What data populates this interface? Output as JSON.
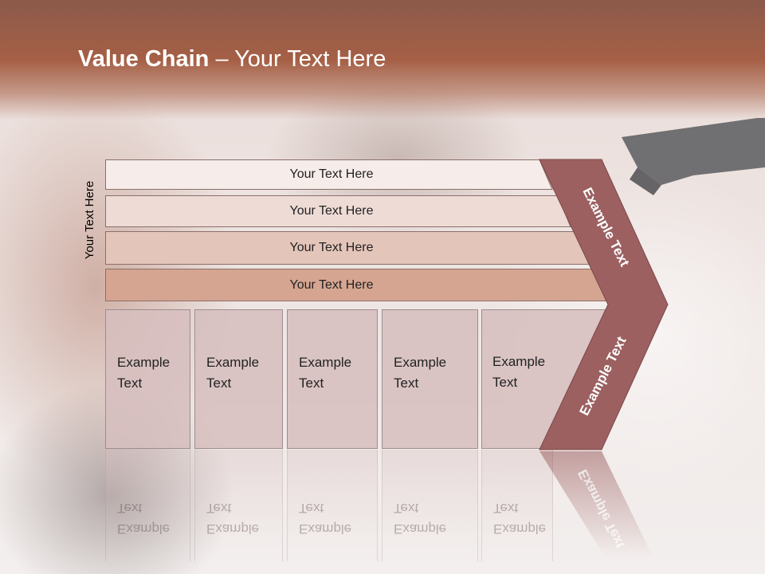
{
  "slide": {
    "title_bold": "Value Chain",
    "title_rest": " – Your Text Here"
  },
  "diagram": {
    "side_label": "Your Text Here",
    "support_bars": [
      {
        "label": "Your Text Here",
        "fill": "#f6ecea"
      },
      {
        "label": "Your Text Here",
        "fill": "#eedbd6"
      },
      {
        "label": "Your Text Here",
        "fill": "#e4c5ba"
      },
      {
        "label": "Your Text Here",
        "fill": "#d5a591"
      }
    ],
    "primary_cells": [
      {
        "label": "Example\nText"
      },
      {
        "label": "Example\nText"
      },
      {
        "label": "Example\nText"
      },
      {
        "label": "Example\nText"
      },
      {
        "label": "Example\nText"
      }
    ],
    "chevron": {
      "top_label": "Example Text",
      "bottom_label": "Example Text",
      "fill": "#9c6060"
    }
  },
  "colors": {
    "header": "#a55f45",
    "cell_fill": "#d6bebe",
    "border": "#9d8d8d"
  }
}
